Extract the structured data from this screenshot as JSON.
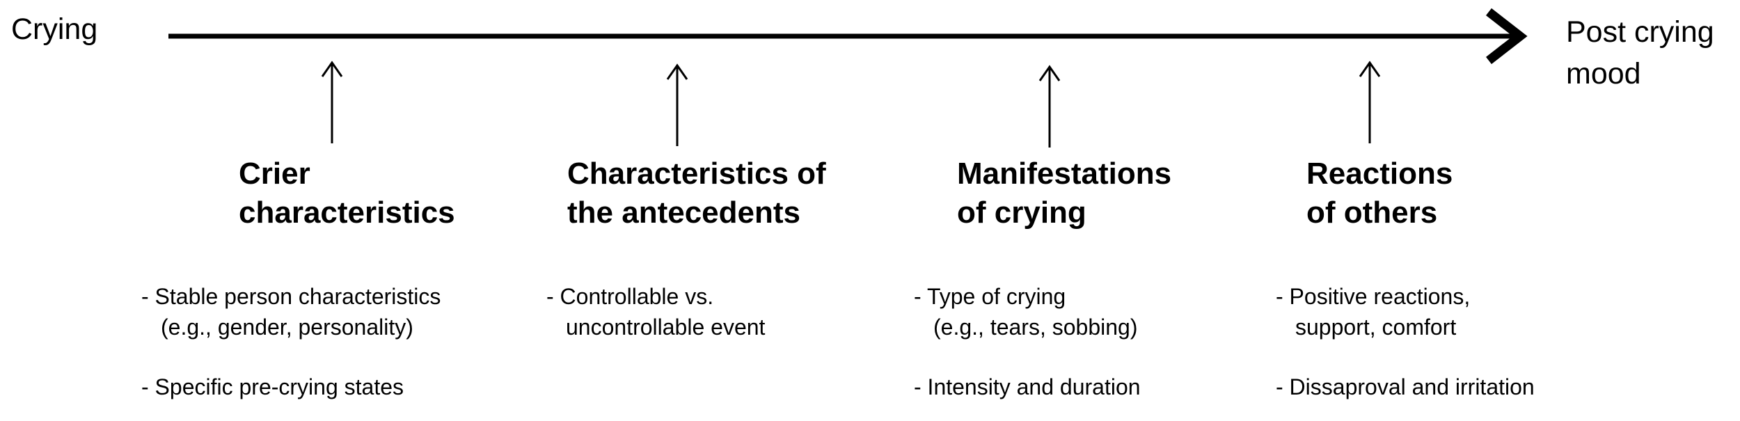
{
  "timeline": {
    "start_label": "Crying",
    "end_label_line1": "Post crying",
    "end_label_line2": "mood"
  },
  "columns": [
    {
      "heading_line1": "Crier",
      "heading_line2": "characteristics",
      "bullets": [
        {
          "line1": "- Stable person characteristics",
          "line2": "(e.g., gender, personality)"
        },
        {
          "line1": "- Specific pre-crying states"
        }
      ]
    },
    {
      "heading_line1": "Characteristics of",
      "heading_line2": "the antecedents",
      "bullets": [
        {
          "line1": "- Controllable vs.",
          "line2": "uncontrollable event"
        }
      ]
    },
    {
      "heading_line1": "Manifestations",
      "heading_line2": "of crying",
      "bullets": [
        {
          "line1": "- Type of crying",
          "line2": "(e.g., tears, sobbing)"
        },
        {
          "line1": "- Intensity and duration"
        }
      ]
    },
    {
      "heading_line1": "Reactions",
      "heading_line2": "of others",
      "bullets": [
        {
          "line1": "- Positive reactions,",
          "line2": "support, comfort"
        },
        {
          "line1": "- Dissaproval and irritation"
        }
      ]
    }
  ],
  "colors": {
    "text": "#000000",
    "background": "#ffffff"
  }
}
